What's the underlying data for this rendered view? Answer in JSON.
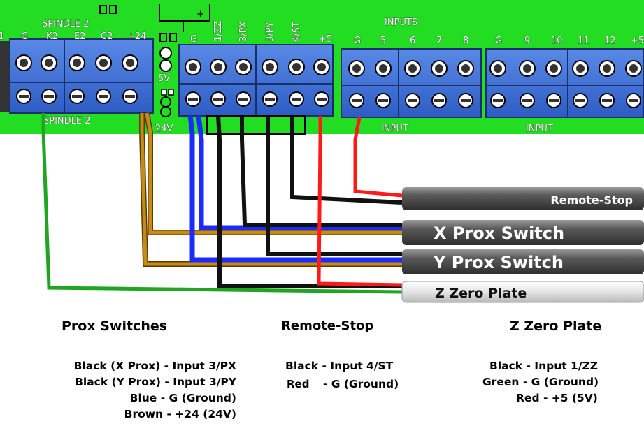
{
  "board": {
    "color": "#22dd22",
    "spindle_header": "SPINDLE 2",
    "spindle_pins": [
      "1",
      "G",
      "K2",
      "E2",
      "C2",
      "+24"
    ],
    "spindle_label": "SPINDLE 2",
    "jumper_5v": "5V",
    "jumper_24v": "24V",
    "axis_pins": [
      "G",
      "1/ZZ",
      "3/PX",
      "3/PY",
      "4/ST",
      "+5"
    ],
    "inputs_header": "INPUTS",
    "input_pins_a": [
      "G",
      "5",
      "6",
      "7",
      "8"
    ],
    "input_pins_b": [
      "G",
      "9",
      "10",
      "11",
      "12",
      "+5"
    ],
    "input_label": "INPUT"
  },
  "cables": {
    "remote_stop": "Remote-Stop",
    "x_prox": "X Prox Switch",
    "y_prox": "Y Prox Switch",
    "z_zero": "Z Zero Plate"
  },
  "legend": {
    "prox": {
      "title": "Prox Switches",
      "lines": [
        "Black (X Prox) - Input 3/PX",
        "Black (Y Prox) - Input 3/PY",
        "Blue - G (Ground)",
        "Brown - +24 (24V)"
      ]
    },
    "remote": {
      "title": "Remote-Stop",
      "line1": "Black - Input 4/ST",
      "line2_color": "Red",
      "line2_rest": "- G (Ground)"
    },
    "zplate": {
      "title": "Z Zero Plate",
      "lines": [
        "Black - Input 1/ZZ",
        "Green - G (Ground)",
        "Red - +5 (5V)"
      ]
    }
  },
  "colors": {
    "terminal_blue": "#3b6ed8",
    "wire_green": "#1fa51f",
    "wire_brown": "#c48a1a",
    "wire_blue": "#1a2bff",
    "wire_black": "#111111",
    "wire_red": "#ff1a1a"
  }
}
